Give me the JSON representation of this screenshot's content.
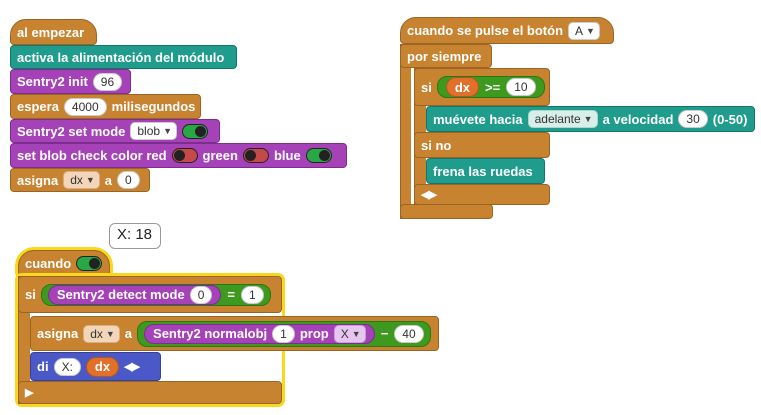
{
  "script1": {
    "hat": "al empezar",
    "b1": "activa la alimentación del módulo",
    "b2_label": "Sentry2 init",
    "b2_val": "96",
    "b3_label": "espera",
    "b3_val": "4000",
    "b3_unit": "milisegundos",
    "b4_label": "Sentry2 set mode",
    "b4_drop": "blob",
    "b5_label": "set blob check color red",
    "b5_green": "green",
    "b5_blue": "blue",
    "b6_label": "asigna",
    "b6_var": "dx",
    "b6_a": "a",
    "b6_val": "0"
  },
  "script2": {
    "hat": "cuando se pulse el botón",
    "hat_drop": "A",
    "forever": "por siempre",
    "if": "si",
    "var": "dx",
    "op": ">=",
    "cmp_val": "10",
    "move_label": "muévete hacia",
    "move_dir": "adelante",
    "move_speed_label": "a velocidad",
    "move_speed": "30",
    "move_range": "(0-50)",
    "else": "si no",
    "stop": "frena las ruedas"
  },
  "script3": {
    "bubble": "X: 18",
    "hat": "cuando",
    "if": "si",
    "detect_label": "Sentry2 detect mode",
    "detect_val": "0",
    "eq": "=",
    "eq_val": "1",
    "assign": "asigna",
    "assign_var": "dx",
    "assign_a": "a",
    "normal_label": "Sentry2 normalobj",
    "normal_val": "1",
    "prop": "prop",
    "prop_drop": "X",
    "minus": "−",
    "minus_val": "40",
    "say": "di",
    "say_text": "X:",
    "say_var": "dx"
  },
  "colors": {
    "control": "#C88330",
    "teal": "#1f9c8c",
    "purple": "#a542b8",
    "blue": "#4a58c8",
    "variable": "#e0702a",
    "logic": "#3e9a1f",
    "highlight": "#f9d71c"
  }
}
